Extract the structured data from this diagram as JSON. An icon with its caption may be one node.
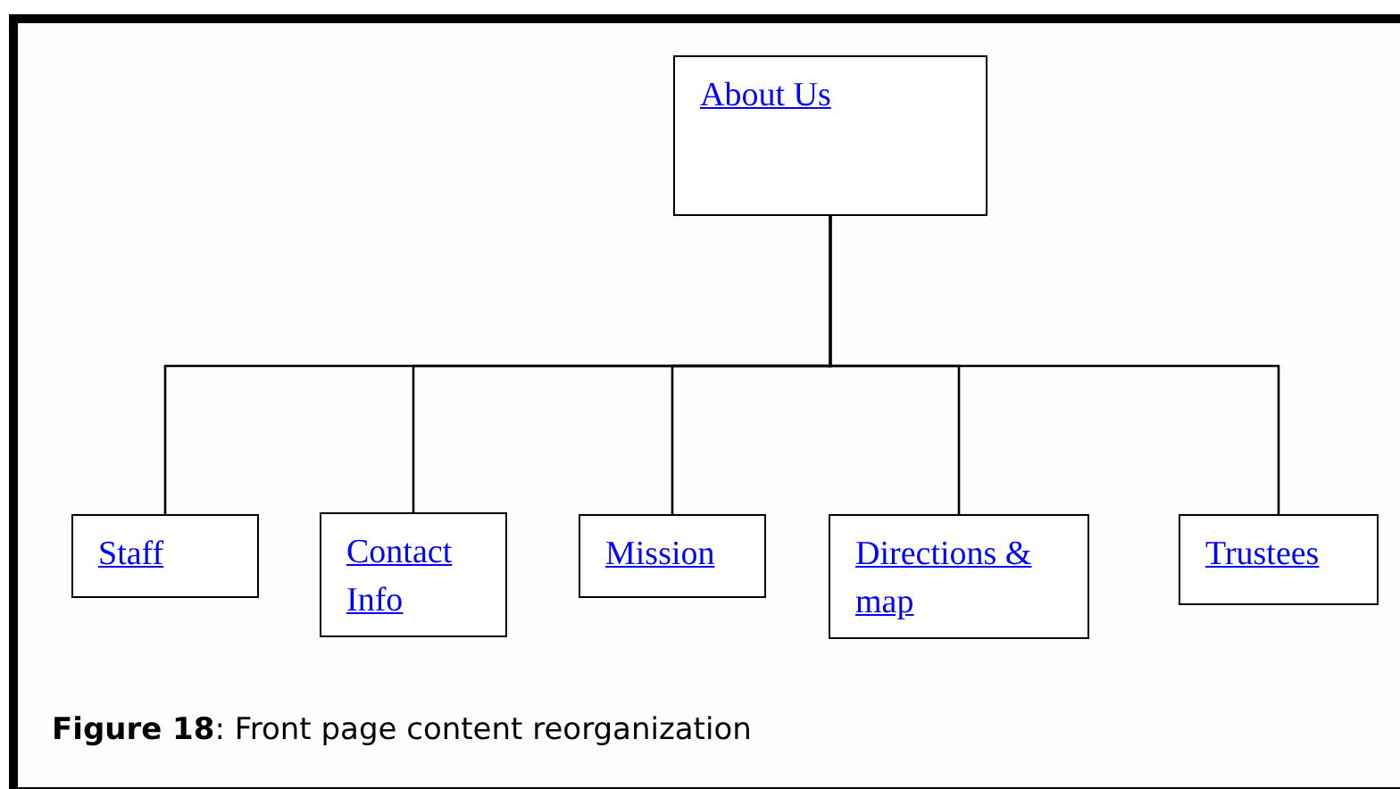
{
  "diagram": {
    "caption": "**Figure 18**: Front page content reorganization",
    "nodes": [
      {
        "text": [
          "About Us"
        ]
      },
      {
        "text": [
          "Staff"
        ]
      },
      {
        "text": [
          "Contact Info"
        ]
      },
      {
        "text": [
          "Mission"
        ]
      },
      {
        "text": [
          "Directions & map"
        ]
      },
      {
        "text": [
          "Trustees"
        ]
      }
    ],
    "edges": [
      {
        "from": 0,
        "to": 1,
        "arrow": "none"
      },
      {
        "from": 0,
        "to": 2,
        "arrow": "none"
      },
      {
        "from": 0,
        "to": 3,
        "arrow": "none"
      },
      {
        "from": 0,
        "to": 4,
        "arrow": "none"
      },
      {
        "from": 0,
        "to": 5,
        "arrow": "none"
      }
    ]
  }
}
